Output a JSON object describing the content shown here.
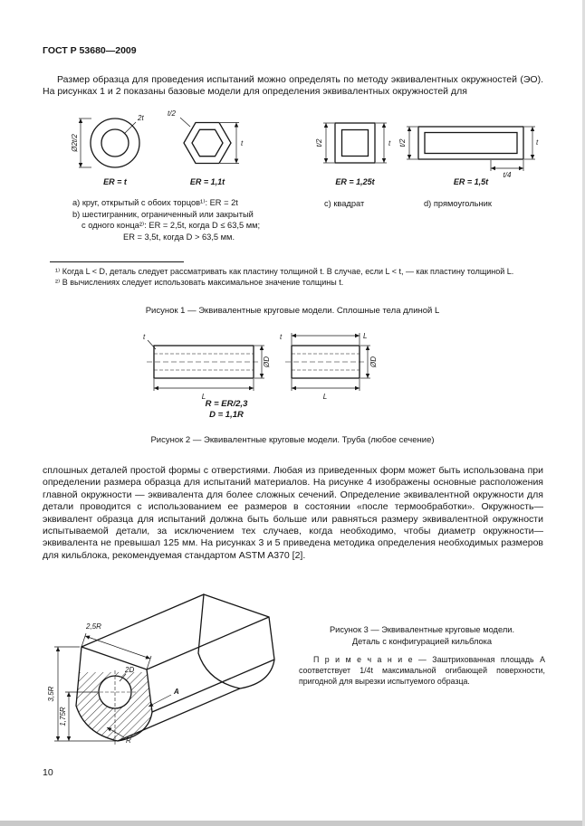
{
  "header": {
    "title": "ГОСТ Р 53680—2009"
  },
  "intro": "Размер образца для проведения испытаний можно определять по методу эквивалентных окружностей (ЭО). На рисунках 1 и 2 показаны базовые модели для определения эквивалентных окружностей для",
  "figure1": {
    "a": {
      "dim_diameter": "Ø2t/2",
      "dim_thickness": "2t",
      "er": "ER = t"
    },
    "b": {
      "dim_half": "t/2",
      "dim_t": "t",
      "er": "ER = 1,1t"
    },
    "c": {
      "dim_half": "t/2",
      "dim_t": "t",
      "er": "ER = 1,25t"
    },
    "d": {
      "dim_half": "t/2",
      "dim_t": "t",
      "dim_quarter": "t/4",
      "er": "ER = 1,5t"
    },
    "caption_a": "a) круг, открытый с обоих торцов¹⁾: ER = 2t",
    "caption_b1": "b) шестигранник, ограниченный или закрытый",
    "caption_b2": "с одного конца²⁾: ER = 2,5t, когда D ≤ 63,5 мм;",
    "caption_b3": "ER = 3,5t, когда D > 63,5 мм.",
    "caption_c": "c) квадрат",
    "caption_d": "d) прямоугольник",
    "figure_caption": "Рисунок 1 — Эквивалентные круговые модели.  Сплошные тела длиной L"
  },
  "footnotes": {
    "fn1": "¹⁾ Когда L < D, деталь следует рассматривать как пластину толщиной t. В случае, если L < t, — как пластину толщиной L.",
    "fn2": "²⁾ В вычислениях следует использовать максимальное значение толщины t."
  },
  "figure2": {
    "left": {
      "t": "t",
      "length": "L",
      "diameter": "ØD"
    },
    "right": {
      "t": "t",
      "length_top": "L",
      "length": "L",
      "diameter": "ØD"
    },
    "formula1": "R = ER/2,3",
    "formula2": "D = 1,1R",
    "figure_caption": "Рисунок 2 — Эквивалентные круговые модели. Труба (любое сечение)"
  },
  "body": "сплошных деталей простой формы с отверстиями. Любая из приведенных форм может быть использована при определении размера образца для испытаний материалов. На рисунке 4 изображены основные расположения главной окружности — эквивалента для более сложных сечений. Определение эквивалентной окружности для детали проводится с использованием ее размеров в состоянии «после термообработки». Окружность—эквивалент образца для испытаний должна быть больше или равняться размеру эквивалентной окружности испытываемой детали, за исключением тех случаев, когда необходимо, чтобы диаметр окружности—эквивалента не превышал 125 мм. На рисунках 3 и 5 приведена методика определения необходимых размеров для кильблока, рекомендуемая стандартом ASTM A370 [2].",
  "figure3": {
    "dim_width": "2,5R",
    "dim_height": "3,5R",
    "dim_half_height": "1,75R",
    "dim_hole": "2D",
    "dim_radius": "R",
    "area_label": "A",
    "caption_line1": "Рисунок 3 — Эквивалентные круговые модели.",
    "caption_line2": "Деталь с конфигурацией кильблока",
    "note": "П р и м е ч а н и е — Заштрихованная площадь А соответствует 1/4t максимальной огибающей поверхности, пригодной для вырезки испытуемого образца."
  },
  "page_number": "10"
}
